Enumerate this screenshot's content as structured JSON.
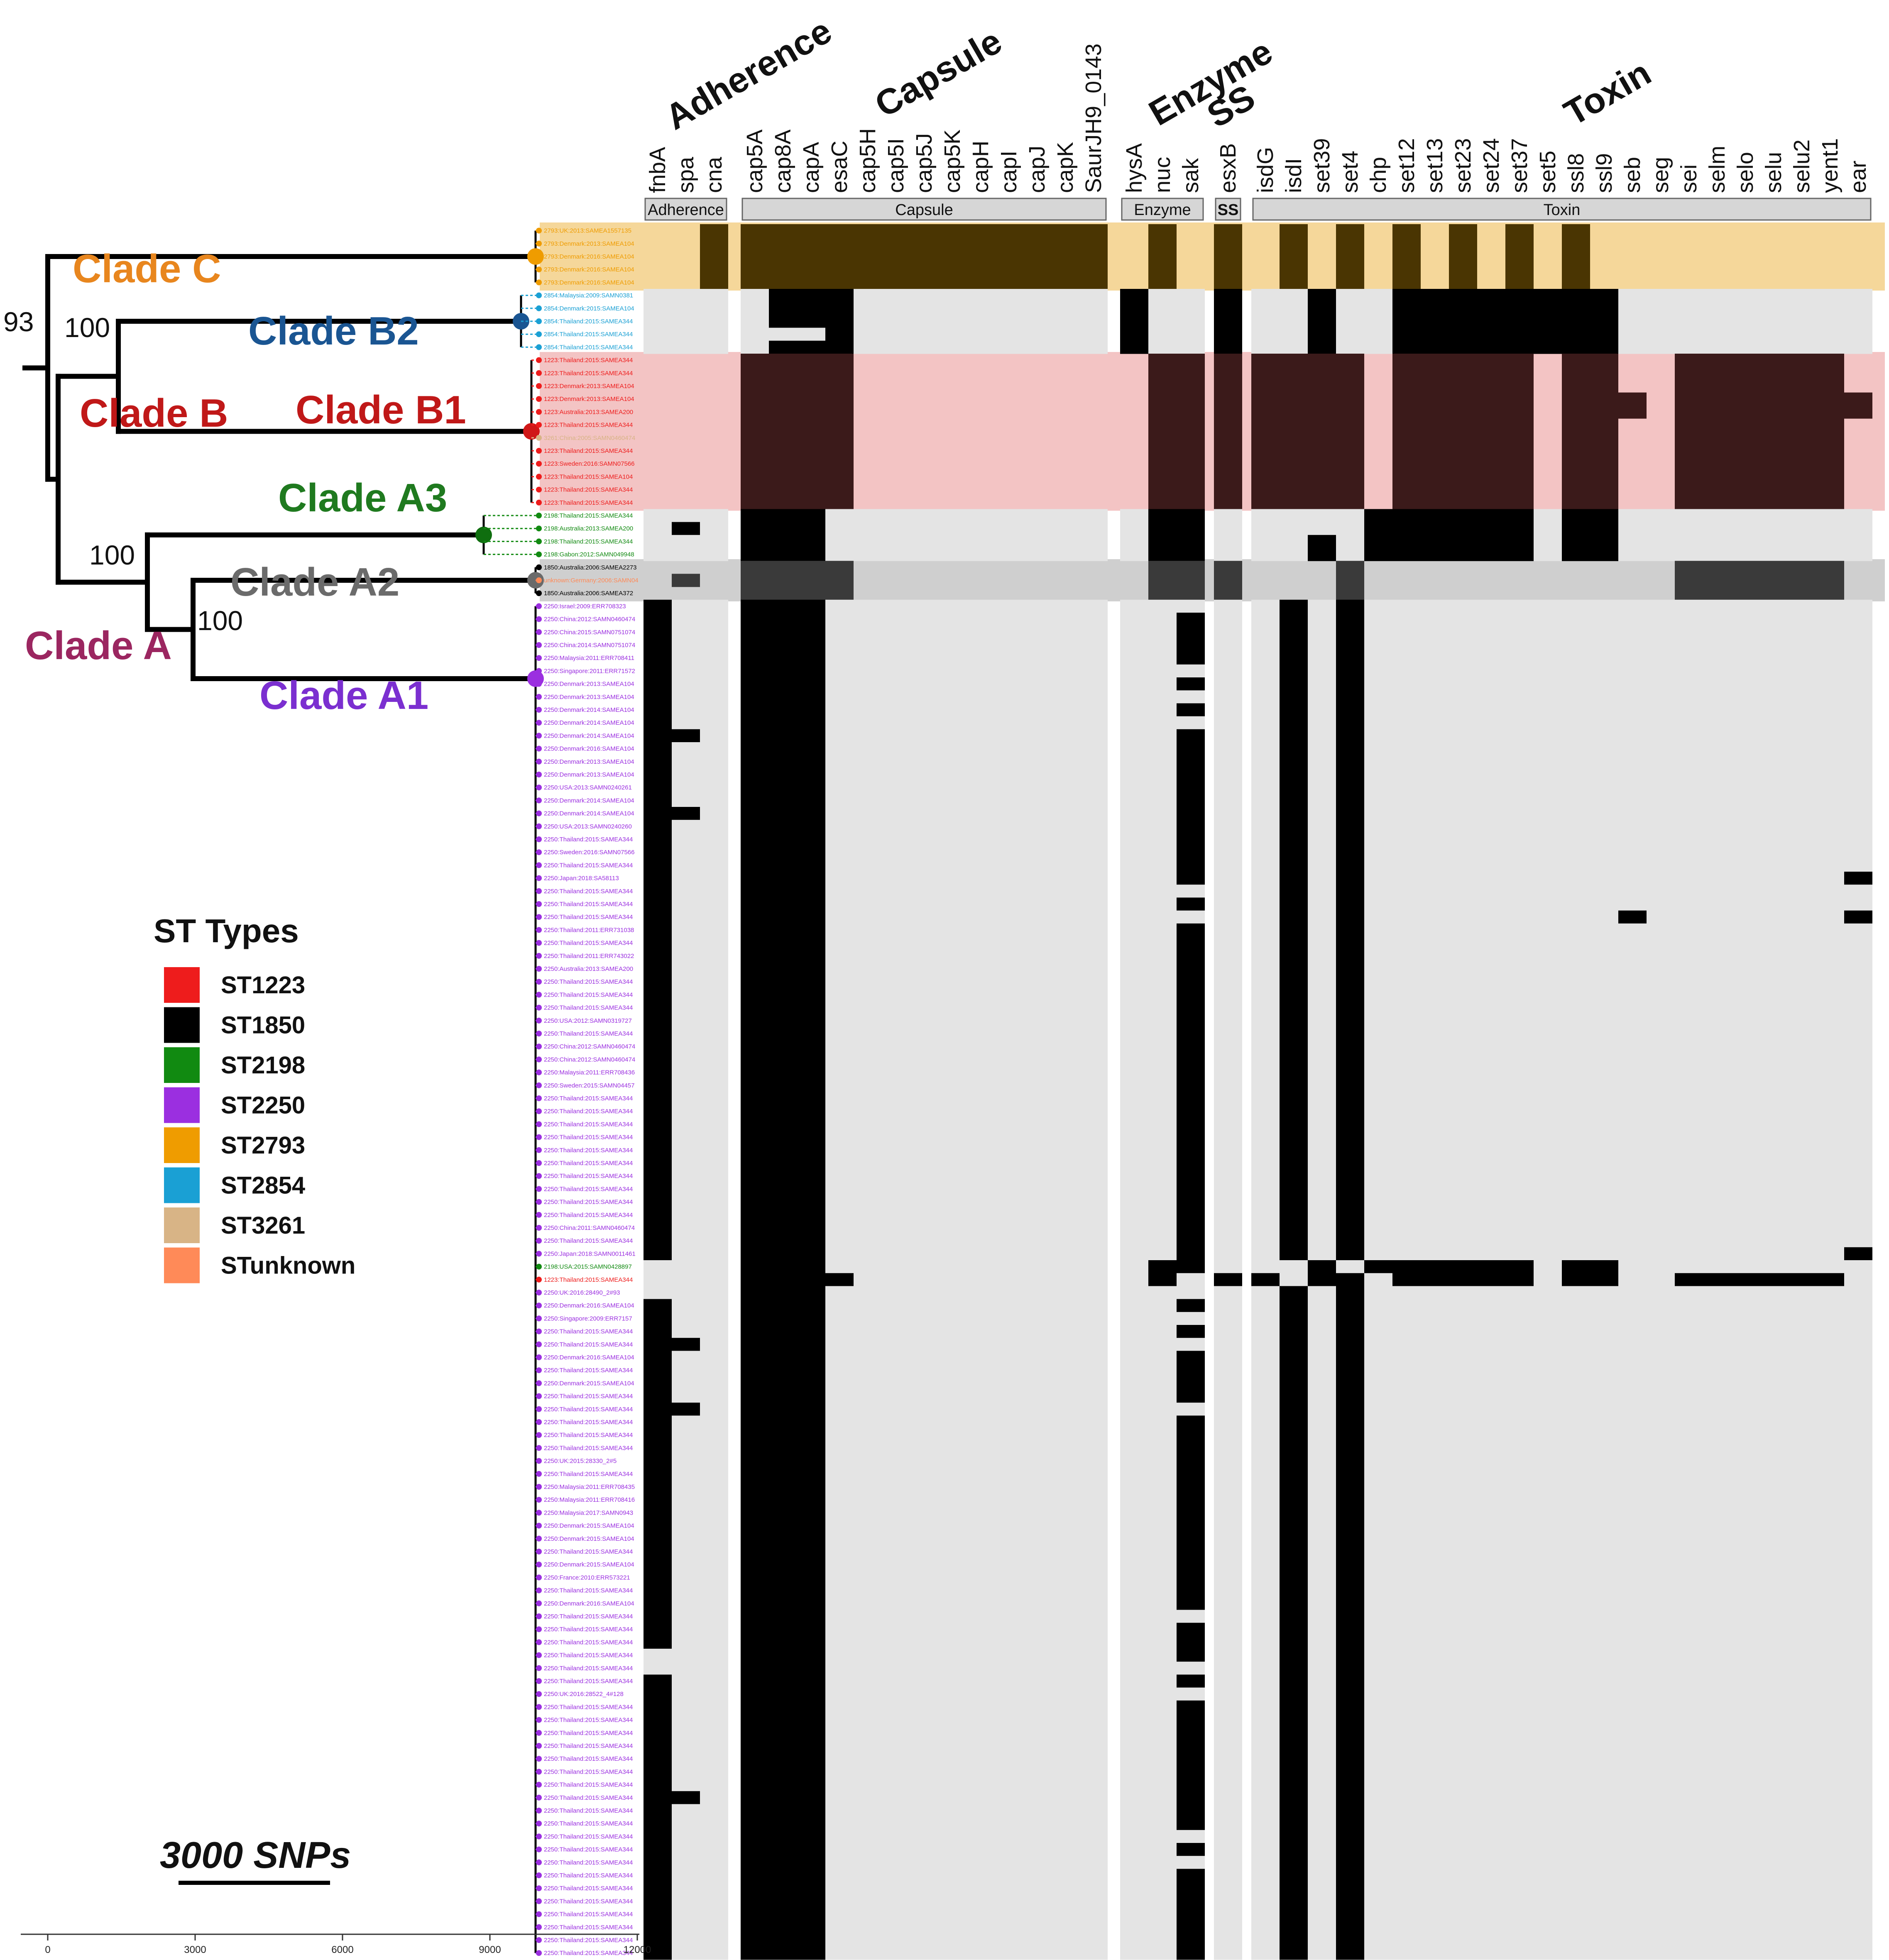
{
  "colors": {
    "ST1223": "#ee1c1c",
    "ST1850": "#000000",
    "ST2198": "#118a11",
    "ST2250": "#9b2fe0",
    "ST2793": "#ef9c00",
    "ST2854": "#1aa0d4",
    "ST3261": "#d8b486",
    "STunknown": "#ff8a58",
    "cell_present": "#000000",
    "cell_absent": "#e4e4e4",
    "highlight_clade_c": "#f5d79a",
    "highlight_clade_b1": "#f3c4c4",
    "highlight_clade_a2": "#cfcfcf",
    "clade_a_label": "#9b2660",
    "clade_a1_label": "#7b2fd0",
    "clade_a2_label": "#6b6b6b",
    "clade_a3_label": "#1f7a1f",
    "clade_b_label": "#c01818",
    "clade_b1_label": "#c01818",
    "clade_b2_label": "#1a5592",
    "clade_c_label": "#e8861e"
  },
  "tree": {
    "bootstraps": [
      "93",
      "100",
      "100",
      "100"
    ],
    "clades": {
      "c": "Clade C",
      "b2": "Clade B2",
      "b": "Clade B",
      "b1": "Clade B1",
      "a3": "Clade A3",
      "a2": "Clade A2",
      "a": "Clade A",
      "a1": "Clade A1"
    },
    "scale_label": "3000 SNPs",
    "axis_ticks": [
      "0",
      "3000",
      "6000",
      "9000",
      "12000"
    ]
  },
  "legend": {
    "title": "ST Types",
    "items": [
      {
        "label": "ST1223",
        "color": "#ee1c1c"
      },
      {
        "label": "ST1850",
        "color": "#000000"
      },
      {
        "label": "ST2198",
        "color": "#118a11"
      },
      {
        "label": "ST2250",
        "color": "#9b2fe0"
      },
      {
        "label": "ST2793",
        "color": "#ef9c00"
      },
      {
        "label": "ST2854",
        "color": "#1aa0d4"
      },
      {
        "label": "ST3261",
        "color": "#d8b486"
      },
      {
        "label": "STunknown",
        "color": "#ff8a58"
      }
    ]
  },
  "tips": {
    "clade_c": [
      "2793:UK:2013:SAMEA1557135",
      "2793:Denmark:2013:SAMEA104",
      "2793:Denmark:2016:SAMEA104",
      "2793:Denmark:2016:SAMEA104",
      "2793:Denmark:2016:SAMEA104"
    ],
    "clade_b2": [
      "2854:Malaysia:2009:SAMN0381",
      "2854:Denmark:2015:SAMEA104",
      "2854:Thailand:2015:SAMEA344",
      "2854:Thailand:2015:SAMEA344",
      "2854:Thailand:2015:SAMEA344"
    ],
    "clade_b1": [
      "1223:Thailand:2015:SAMEA344",
      "1223:Thailand:2015:SAMEA344",
      "1223:Denmark:2013:SAMEA104",
      "1223:Denmark:2013:SAMEA104",
      "1223:Australia:2013:SAMEA200",
      "1223:Thailand:2015:SAMEA344",
      "3261:China:2005:SAMN0460474",
      "1223:Thailand:2015:SAMEA344",
      "1223:Sweden:2016:SAMN07566",
      "1223:Thailand:2015:SAMEA104",
      "1223:Thailand:2015:SAMEA344",
      "1223:Thailand:2015:SAMEA344"
    ],
    "clade_a3": [
      "2198:Thailand:2015:SAMEA344",
      "2198:Australia:2013:SAMEA200",
      "2198:Thailand:2015:SAMEA344",
      "2198:Gabon:2012:SAMN049948"
    ],
    "clade_a2": [
      "1850:Australia:2006:SAMEA2273",
      "unknown:Germany:2006:SAMN04",
      "1850:Australia:2006:SAMEA372"
    ],
    "clade_a1": [
      "2250:Israel:2009:ERR708323",
      "2250:China:2012:SAMN0460474",
      "2250:China:2015:SAMN0751074",
      "2250:China:2014:SAMN0751074",
      "2250:Malaysia:2011:ERR708411",
      "2250:Singapore:2011:ERR71572",
      "2250:Denmark:2013:SAMEA104",
      "2250:Denmark:2013:SAMEA104",
      "2250:Denmark:2014:SAMEA104",
      "2250:Denmark:2014:SAMEA104",
      "2250:Denmark:2014:SAMEA104",
      "2250:Denmark:2016:SAMEA104",
      "2250:Denmark:2013:SAMEA104",
      "2250:Denmark:2013:SAMEA104",
      "2250:USA:2013:SAMN0240261",
      "2250:Denmark:2014:SAMEA104",
      "2250:Denmark:2014:SAMEA104",
      "2250:USA:2013:SAMN0240260",
      "2250:Thailand:2015:SAMEA344",
      "2250:Sweden:2016:SAMN07566",
      "2250:Thailand:2015:SAMEA344",
      "2250:Japan:2018:SA58113",
      "2250:Thailand:2015:SAMEA344",
      "2250:Thailand:2015:SAMEA344",
      "2250:Thailand:2015:SAMEA344",
      "2250:Thailand:2011:ERR731038",
      "2250:Thailand:2015:SAMEA344",
      "2250:Thailand:2011:ERR743022",
      "2250:Australia:2013:SAMEA200",
      "2250:Thailand:2015:SAMEA344",
      "2250:Thailand:2015:SAMEA344",
      "2250:Thailand:2015:SAMEA344",
      "2250:USA:2012:SAMN0319727",
      "2250:Thailand:2015:SAMEA344",
      "2250:China:2012:SAMN0460474",
      "2250:China:2012:SAMN0460474",
      "2250:Malaysia:2011:ERR708436",
      "2250:Sweden:2015:SAMN04457",
      "2250:Thailand:2015:SAMEA344",
      "2250:Thailand:2015:SAMEA344",
      "2250:Thailand:2015:SAMEA344",
      "2250:Thailand:2015:SAMEA344",
      "2250:Thailand:2015:SAMEA344",
      "2250:Thailand:2015:SAMEA344",
      "2250:Thailand:2015:SAMEA344",
      "2250:Thailand:2015:SAMEA344",
      "2250:Thailand:2015:SAMEA344",
      "2250:Thailand:2015:SAMEA344",
      "2250:China:2011:SAMN0460474",
      "2250:Thailand:2015:SAMEA344",
      "2250:Japan:2018:SAMN0011461",
      "2198:USA:2015:SAMN0428897",
      "1223:Thailand:2015:SAMEA344",
      "2250:UK:2016:28490_2#93",
      "2250:Denmark:2016:SAMEA104",
      "2250:Singapore:2009:ERR7157",
      "2250:Thailand:2015:SAMEA344",
      "2250:Thailand:2015:SAMEA344",
      "2250:Denmark:2016:SAMEA104",
      "2250:Thailand:2015:SAMEA344",
      "2250:Denmark:2015:SAMEA104",
      "2250:Thailand:2015:SAMEA344",
      "2250:Thailand:2015:SAMEA344",
      "2250:Thailand:2015:SAMEA344",
      "2250:Thailand:2015:SAMEA344",
      "2250:Thailand:2015:SAMEA344",
      "2250:UK:2015:28330_2#5",
      "2250:Thailand:2015:SAMEA344",
      "2250:Malaysia:2011:ERR708435",
      "2250:Malaysia:2011:ERR708416",
      "2250:Malaysia:2017:SAMN0943",
      "2250:Denmark:2015:SAMEA104",
      "2250:Denmark:2015:SAMEA104",
      "2250:Thailand:2015:SAMEA344",
      "2250:Denmark:2015:SAMEA104",
      "2250:France:2010:ERR573221",
      "2250:Thailand:2015:SAMEA344",
      "2250:Denmark:2016:SAMEA104",
      "2250:Thailand:2015:SAMEA344",
      "2250:Thailand:2015:SAMEA344",
      "2250:Thailand:2015:SAMEA344",
      "2250:Thailand:2015:SAMEA344",
      "2250:Thailand:2015:SAMEA344",
      "2250:Thailand:2015:SAMEA344",
      "2250:UK:2016:28522_4#128",
      "2250:Thailand:2015:SAMEA344",
      "2250:Thailand:2015:SAMEA344",
      "2250:Thailand:2015:SAMEA344",
      "2250:Thailand:2015:SAMEA344",
      "2250:Thailand:2015:SAMEA344",
      "2250:Thailand:2015:SAMEA344",
      "2250:Thailand:2015:SAMEA344",
      "2250:Thailand:2015:SAMEA344",
      "2250:Thailand:2015:SAMEA344",
      "2250:Thailand:2015:SAMEA344",
      "2250:Thailand:2015:SAMEA344",
      "2250:Thailand:2015:SAMEA344",
      "2250:Thailand:2015:SAMEA344",
      "2250:Thailand:2015:SAMEA344",
      "2250:Thailand:2015:SAMEA344",
      "2250:Thailand:2015:SAMEA344",
      "2250:Thailand:2015:SAMEA344",
      "2250:Thailand:2015:SAMEA344",
      "2250:Thailand:2015:SAMEA344",
      "2250:Thailand:2015:SAMEA344"
    ]
  },
  "heatmap": {
    "groups": [
      {
        "name": "Adherence",
        "genes": [
          "fnbA",
          "spa",
          "cna"
        ]
      },
      {
        "name": "Capsule",
        "genes": [
          "cap5A",
          "cap8A",
          "capA",
          "esaC",
          "cap5H",
          "cap5I",
          "cap5J",
          "cap5K",
          "capH",
          "capI",
          "capJ",
          "capK",
          "SaurJH9_0143"
        ]
      },
      {
        "name": "Enzyme",
        "genes": [
          "hysA",
          "nuc",
          "sak"
        ]
      },
      {
        "name": "SS",
        "genes": [
          "esxB"
        ]
      },
      {
        "name": "Toxin",
        "genes": [
          "isdG",
          "isdI",
          "set39",
          "set4",
          "chp",
          "set12",
          "set13",
          "set23",
          "set24",
          "set37",
          "set5",
          "ssl8",
          "ssl9",
          "seb",
          "seg",
          "sei",
          "selm",
          "selo",
          "selu",
          "selu2",
          "yent1",
          "ear"
        ]
      }
    ],
    "clade_profiles": {
      "clade_c": [
        "cna",
        "cap5A",
        "cap8A",
        "capA",
        "esaC",
        "cap5H",
        "cap5I",
        "cap5J",
        "cap5K",
        "capH",
        "capI",
        "capJ",
        "capK",
        "SaurJH9_0143",
        "nuc",
        "esxB",
        "isdI",
        "set4",
        "set12",
        "set23",
        "set37",
        "ssl8"
      ],
      "clade_b2": [
        "cap8A",
        "capA",
        "esaC",
        "hysA",
        "esxB",
        "set39",
        "set12",
        "set13",
        "set23",
        "set24",
        "set37",
        "set5",
        "ssl8",
        "ssl9"
      ],
      "clade_b1": [
        "cap5A",
        "cap8A",
        "capA",
        "esaC",
        "nuc",
        "sak",
        "esxB",
        "isdG",
        "isdI",
        "set39",
        "set4",
        "set12",
        "set13",
        "set23",
        "set24",
        "set37",
        "ssl8",
        "ssl9",
        "sei",
        "selm",
        "selo",
        "selu",
        "selu2",
        "yent1"
      ],
      "clade_a3": [
        "cap5A",
        "cap8A",
        "capA",
        "nuc",
        "sak",
        "chp",
        "set12",
        "set13",
        "set23",
        "set24",
        "set37",
        "ssl8",
        "ssl9"
      ],
      "clade_a2": [
        "cap5A",
        "cap8A",
        "capA",
        "esaC",
        "nuc",
        "sak",
        "esxB",
        "set4",
        "sei",
        "selm",
        "selo",
        "selu",
        "selu2",
        "yent1"
      ],
      "clade_a1": [
        "fnbA",
        "cap5A",
        "cap8A",
        "capA",
        "isdI",
        "set4"
      ]
    },
    "row_tweaks": {
      "b1_extra_ear_rows": [
        3,
        4
      ],
      "b2_missing_cap8A_rows": [
        3
      ],
      "a3_set39_rows": [
        2,
        3
      ],
      "a3_spa_rows": [
        1
      ],
      "a2_spa_rows": [
        1
      ],
      "a1_spa_rows": [
        10,
        16,
        57,
        62,
        92,
        105
      ],
      "a1_sak_gap_rows": [
        0,
        5,
        7,
        9,
        22,
        24,
        53,
        55,
        57,
        62,
        78,
        82,
        84,
        95,
        97
      ],
      "a1_ear_rows": [
        21,
        24,
        50
      ],
      "a1_seb_rows": [
        24
      ],
      "a1_fnbA_gap_rows": [
        51,
        52,
        53,
        81,
        82
      ]
    }
  }
}
